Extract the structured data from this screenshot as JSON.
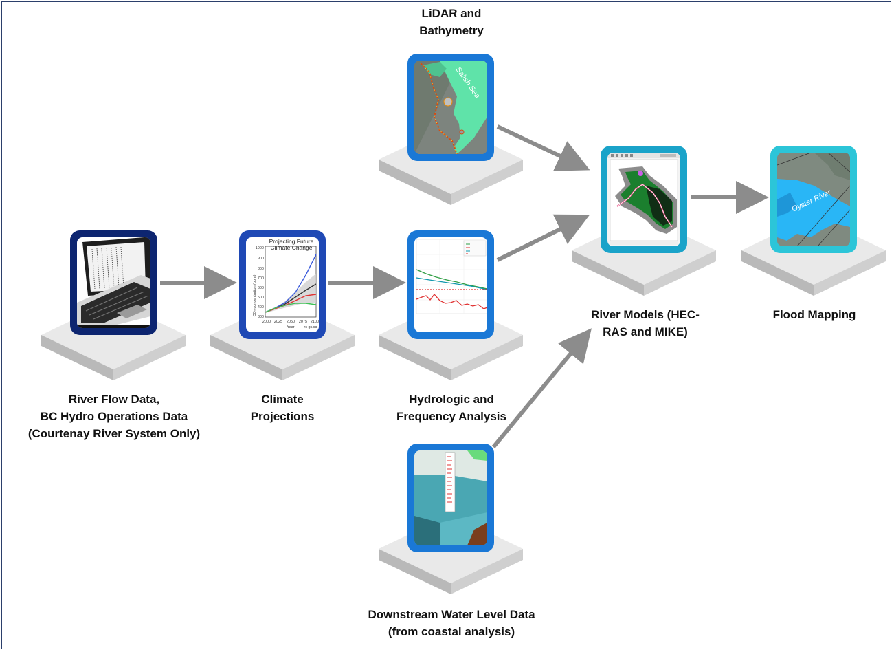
{
  "nodes": {
    "river_flow": {
      "lines": [
        "River Flow Data,",
        "BC Hydro Operations Data",
        "(Courtenay River System Only)"
      ],
      "icon": "laptop-icon"
    },
    "climate": {
      "lines": [
        "Climate",
        "Projections"
      ],
      "icon": "climate-chart-icon"
    },
    "hydrologic": {
      "lines": [
        "Hydrologic and",
        "Frequency Analysis"
      ],
      "icon": "line-chart-icon"
    },
    "lidar": {
      "lines": [
        "LiDAR and",
        "Bathymetry"
      ],
      "icon": "satellite-map-icon"
    },
    "downstream": {
      "lines": [
        "Downstream Water Level Data",
        "(from coastal analysis)"
      ],
      "icon": "water-gauge-icon"
    },
    "river_models": {
      "lines": [
        "River Models (HEC-",
        "RAS and MIKE)"
      ],
      "icon": "river-model-icon"
    },
    "flood": {
      "lines": [
        "Flood Mapping"
      ],
      "icon": "flood-map-icon"
    }
  },
  "thumbnails": {
    "climate_chart": {
      "title": "Projecting Future Climate Change",
      "title_lines": [
        "Projecting Future",
        "Climate Change"
      ],
      "ylabel": "CO₂ concentration (ppm)",
      "xlabel": "Year",
      "yticks": [
        "1000",
        "900",
        "800",
        "700",
        "600",
        "500",
        "400",
        "300"
      ],
      "xticks": [
        "2000",
        "2025",
        "2050",
        "2075",
        "2100"
      ],
      "credit": "rc gc.ca"
    },
    "lidar_map": {
      "place_label": "Salish Sea"
    },
    "flood_map": {
      "place_label": "Oyster River"
    }
  },
  "colors": {
    "frame": "#2b3f6b",
    "arrow": "#8c8c8c",
    "platform_top": "#e9e9e9",
    "platform_left": "#b9b9b9",
    "platform_right": "#cfcfcf",
    "border_dark_navy": "#0d2570",
    "border_royal": "#1f49b5",
    "border_blue": "#1a78d6",
    "border_teal": "#1aa3c9",
    "border_cyan": "#2cc5d8"
  }
}
